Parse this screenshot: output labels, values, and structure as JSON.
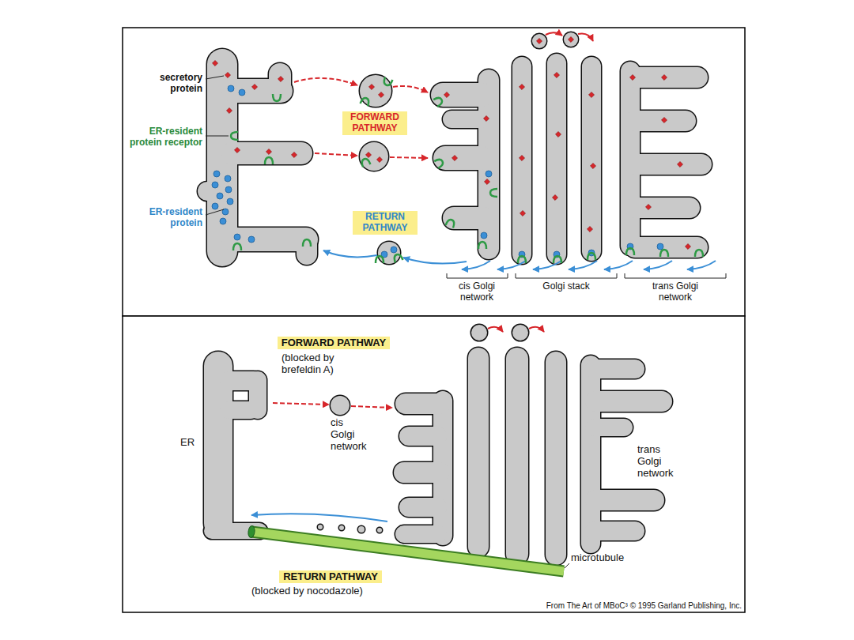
{
  "diagram": {
    "nodes": [
      {
        "text": [
          "FORWARD PATHWAY"
        ]
      },
      {
        "text": [
          "RETURN PATHWAY"
        ]
      },
      {
        "text": [
          "FORWARD PATHWAY"
        ]
      },
      {
        "text": [
          "RETURN PATHWAY"
        ]
      }
    ],
    "labels": [
      "secretory protein",
      "ER-resident protein receptor",
      "ER-resident protein",
      "cis Golgi network",
      "Golgi stack",
      "trans Golgi network",
      "(blocked by brefeldin A)",
      "ER",
      "cis Golgi network",
      "trans Golgi network",
      "microtubule",
      "(blocked by nocodazole)",
      "From The Art of MBoC³ © 1995 Garland Publishing, Inc."
    ]
  }
}
